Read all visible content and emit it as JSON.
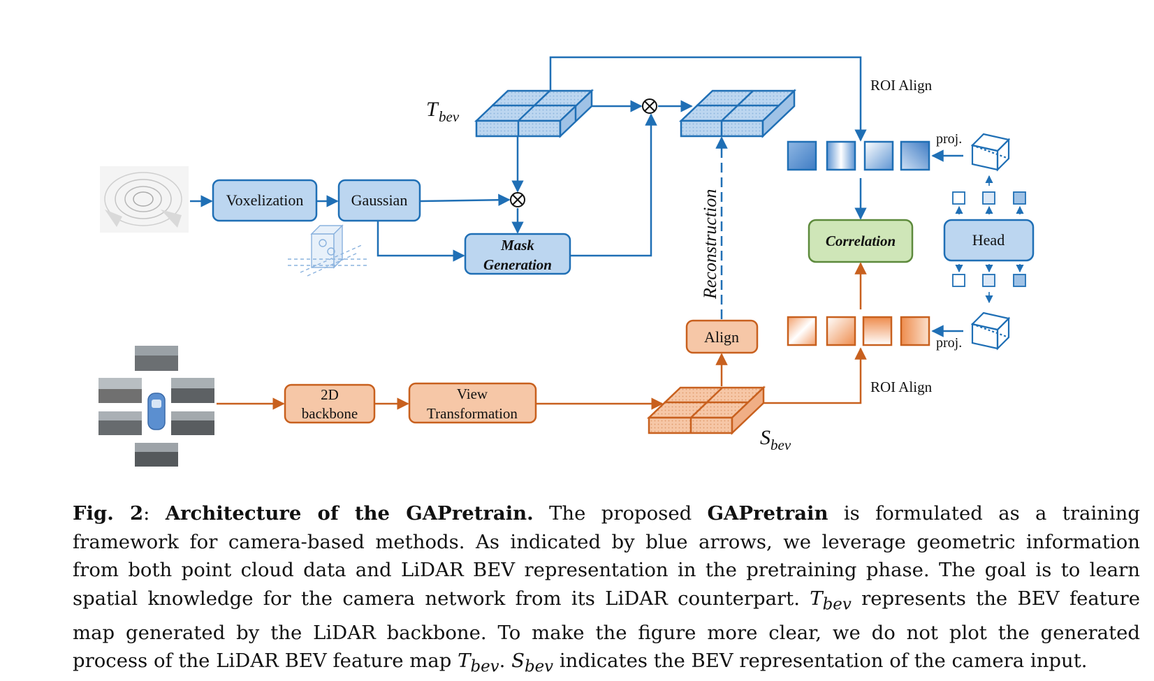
{
  "nodes": {
    "voxelization": "Voxelization",
    "gaussian": "Gaussian",
    "mask_generation_line1": "Mask",
    "mask_generation_line2": "Generation",
    "correlation": "Correlation",
    "head": "Head",
    "align": "Align",
    "backbone_line1": "2D",
    "backbone_line2": "backbone",
    "view_transform_line1": "View",
    "view_transform_line2": "Transformation"
  },
  "labels": {
    "t_bev_main": "T",
    "t_bev_sub": "bev",
    "s_bev_main": "S",
    "s_bev_sub": "bev",
    "roi_align_top": "ROI Align",
    "roi_align_bottom": "ROI Align",
    "proj_top": "proj.",
    "proj_bottom": "proj.",
    "reconstruction": "Reconstruction",
    "multiply_symbol": "⊗"
  },
  "caption": {
    "fig_label": "Fig. 2",
    "colon": ": ",
    "title": "Architecture of the GAPretrain.",
    "line1_a": " The proposed ",
    "line1_bold": "GAPretrain",
    "line1_b": " is formulated as a training",
    "line2": "framework for camera-based methods. As indicated by blue arrows, we leverage geometric information",
    "line3": "from both point cloud data and LiDAR BEV representation in the pretraining phase. The goal is to learn",
    "line4_a": "spatial knowledge for the camera network from its LiDAR counterpart. ",
    "line4_math": "T",
    "line4_sub": "bev",
    "line4_b": " represents the BEV feature",
    "line5": "map generated by the LiDAR backbone. To make the figure more clear, we do not plot the generated",
    "line6_a": "process of the LiDAR BEV feature map ",
    "line6_math1": "T",
    "line6_sub1": "bev",
    "line6_b": ". ",
    "line6_math2": "S",
    "line6_sub2": "bev",
    "line6_c": " indicates the BEV representation of the camera input."
  },
  "colors": {
    "blue_stroke": "#1f6fb5",
    "blue_fill": "#bcd6f0",
    "orange_stroke": "#c8601e",
    "orange_fill": "#f6c7a7",
    "green_fill": "#cfe6b8",
    "green_stroke": "#5d8a3c"
  }
}
